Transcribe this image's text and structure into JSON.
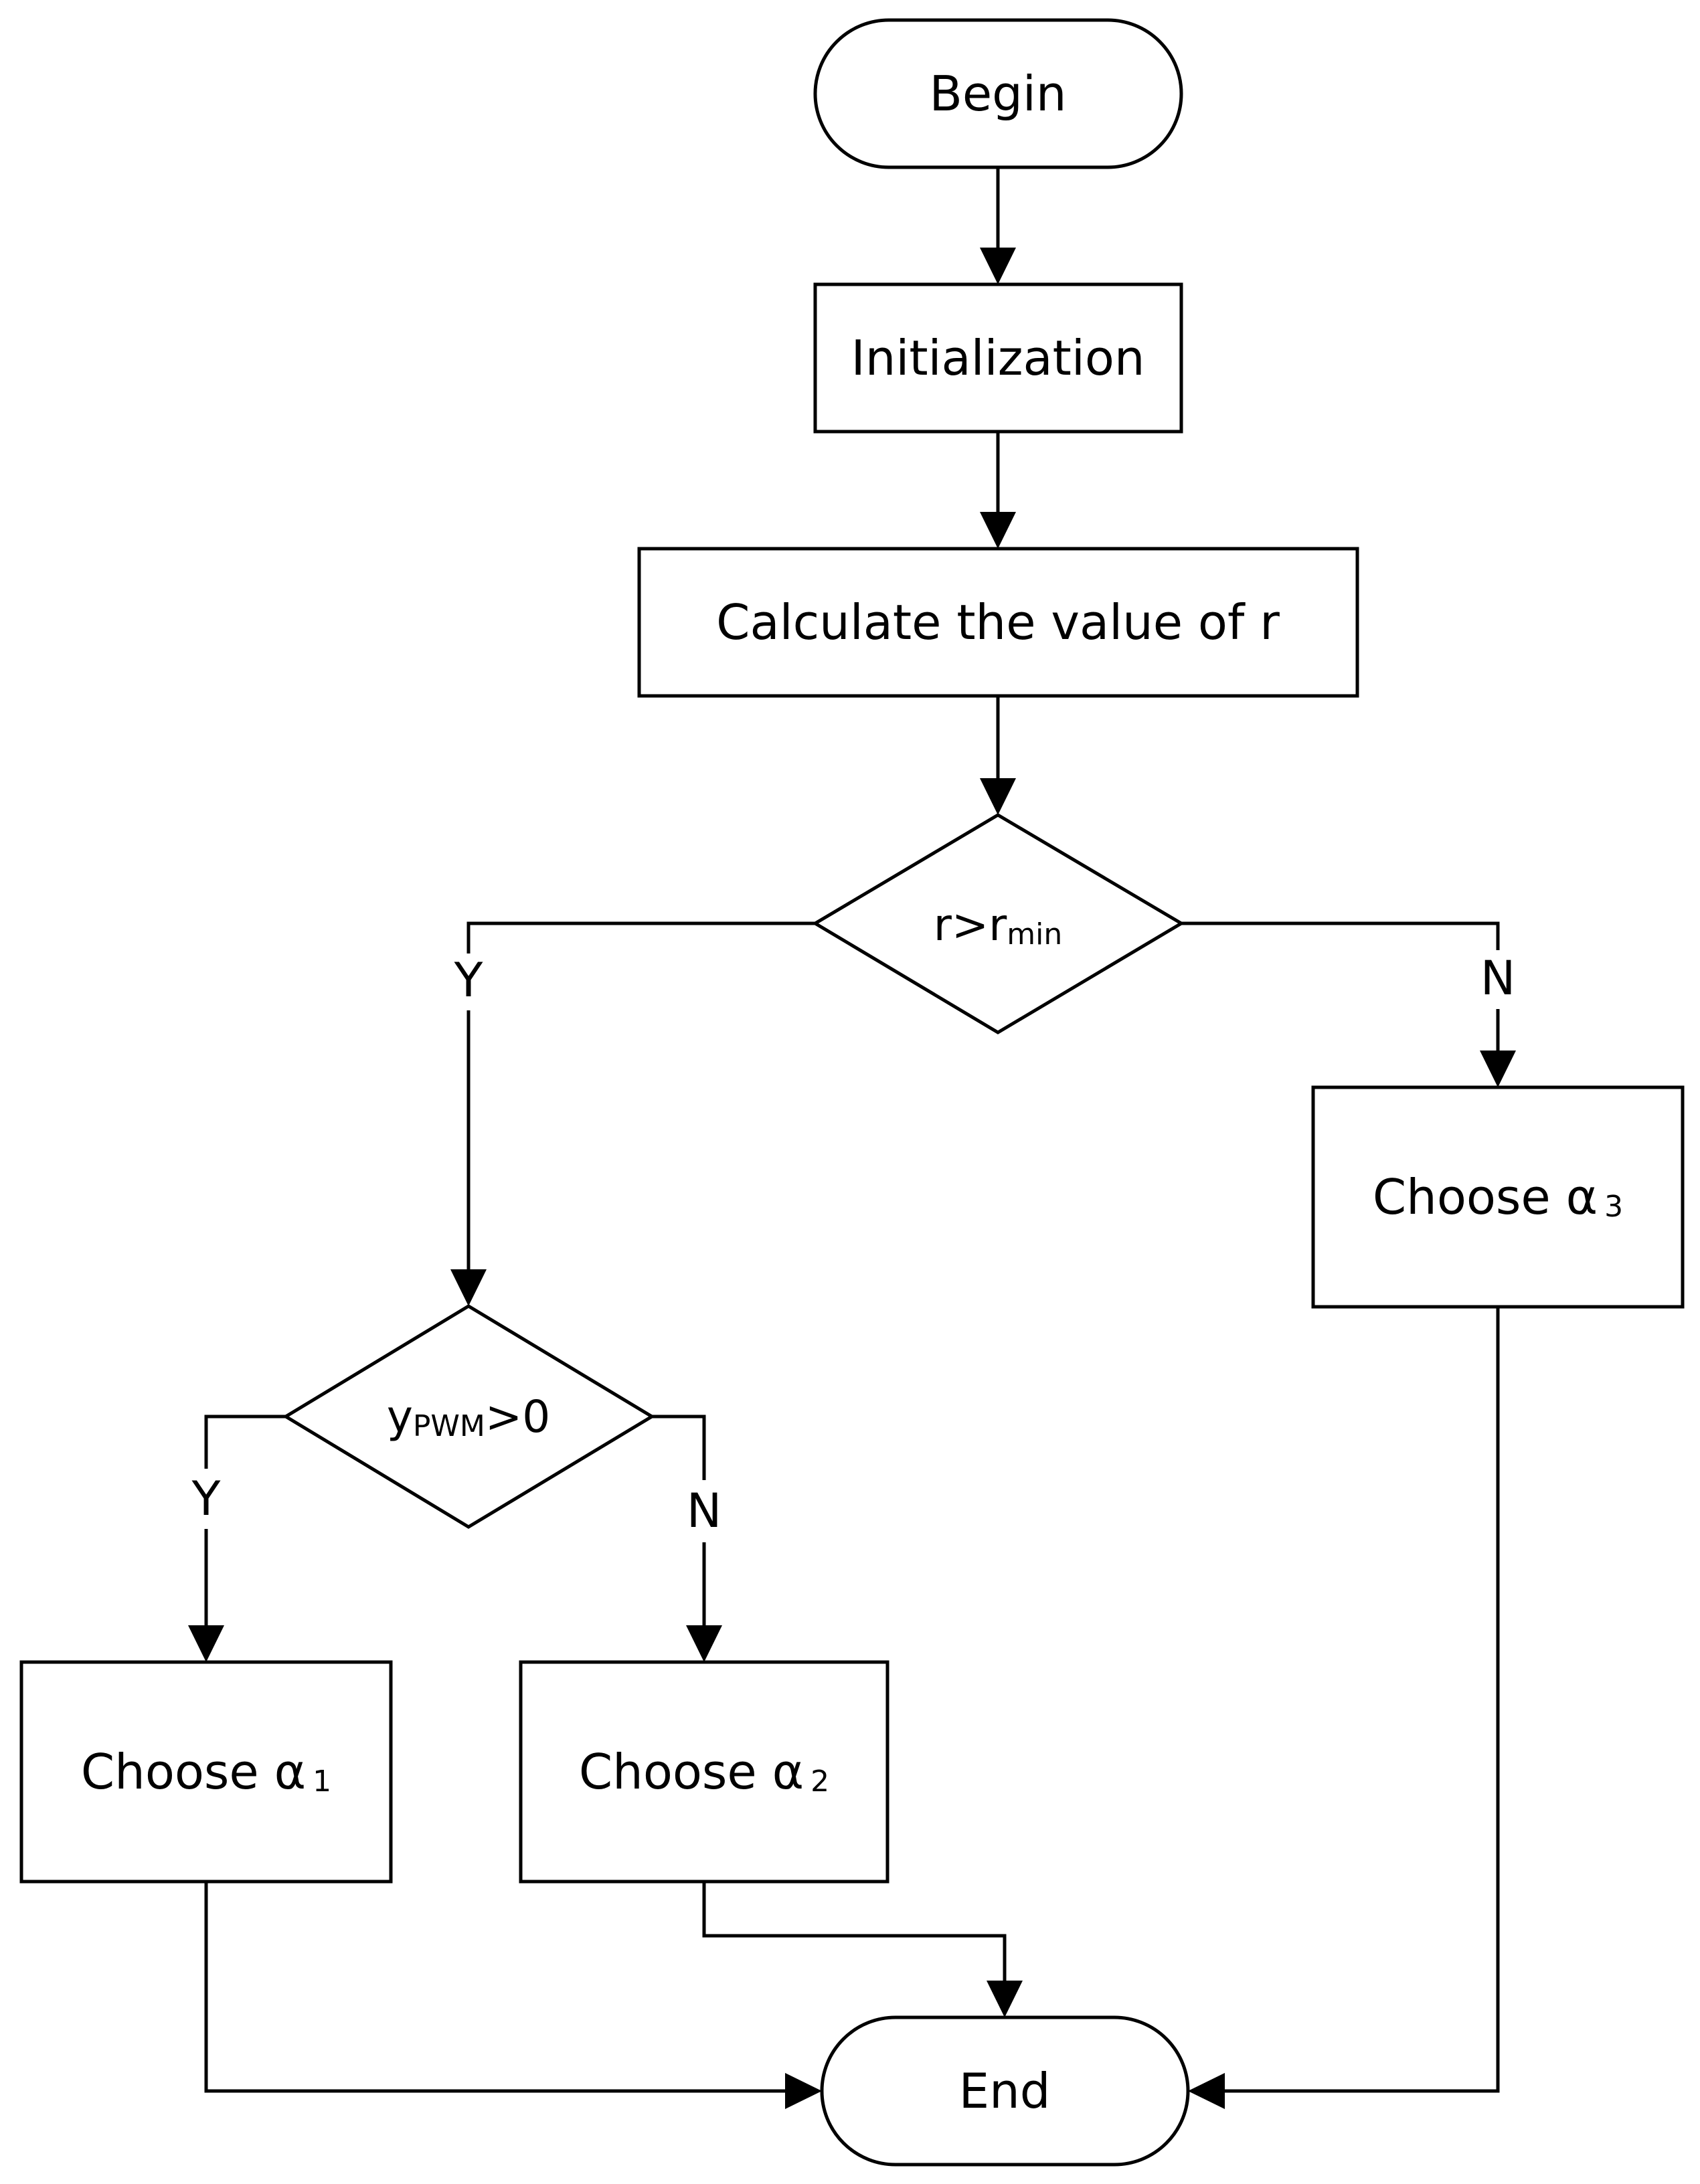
{
  "nodes": {
    "begin": {
      "label": "Begin"
    },
    "init": {
      "label": "Initialization"
    },
    "calc": {
      "label": "Calculate the value of r"
    },
    "decision_r": {
      "main": "r>r",
      "sub": "min"
    },
    "decision_y": {
      "main_pre": "y",
      "sub": "PWM",
      "main_post": ">0"
    },
    "choose1": {
      "label": "Choose α",
      "sub": "1"
    },
    "choose2": {
      "label": "Choose α",
      "sub": "2"
    },
    "choose3": {
      "label": "Choose α",
      "sub": "3"
    },
    "end": {
      "label": "End"
    }
  },
  "edges": {
    "r_yes": "Y",
    "r_no": "N",
    "y_yes": "Y",
    "y_no": "N"
  }
}
